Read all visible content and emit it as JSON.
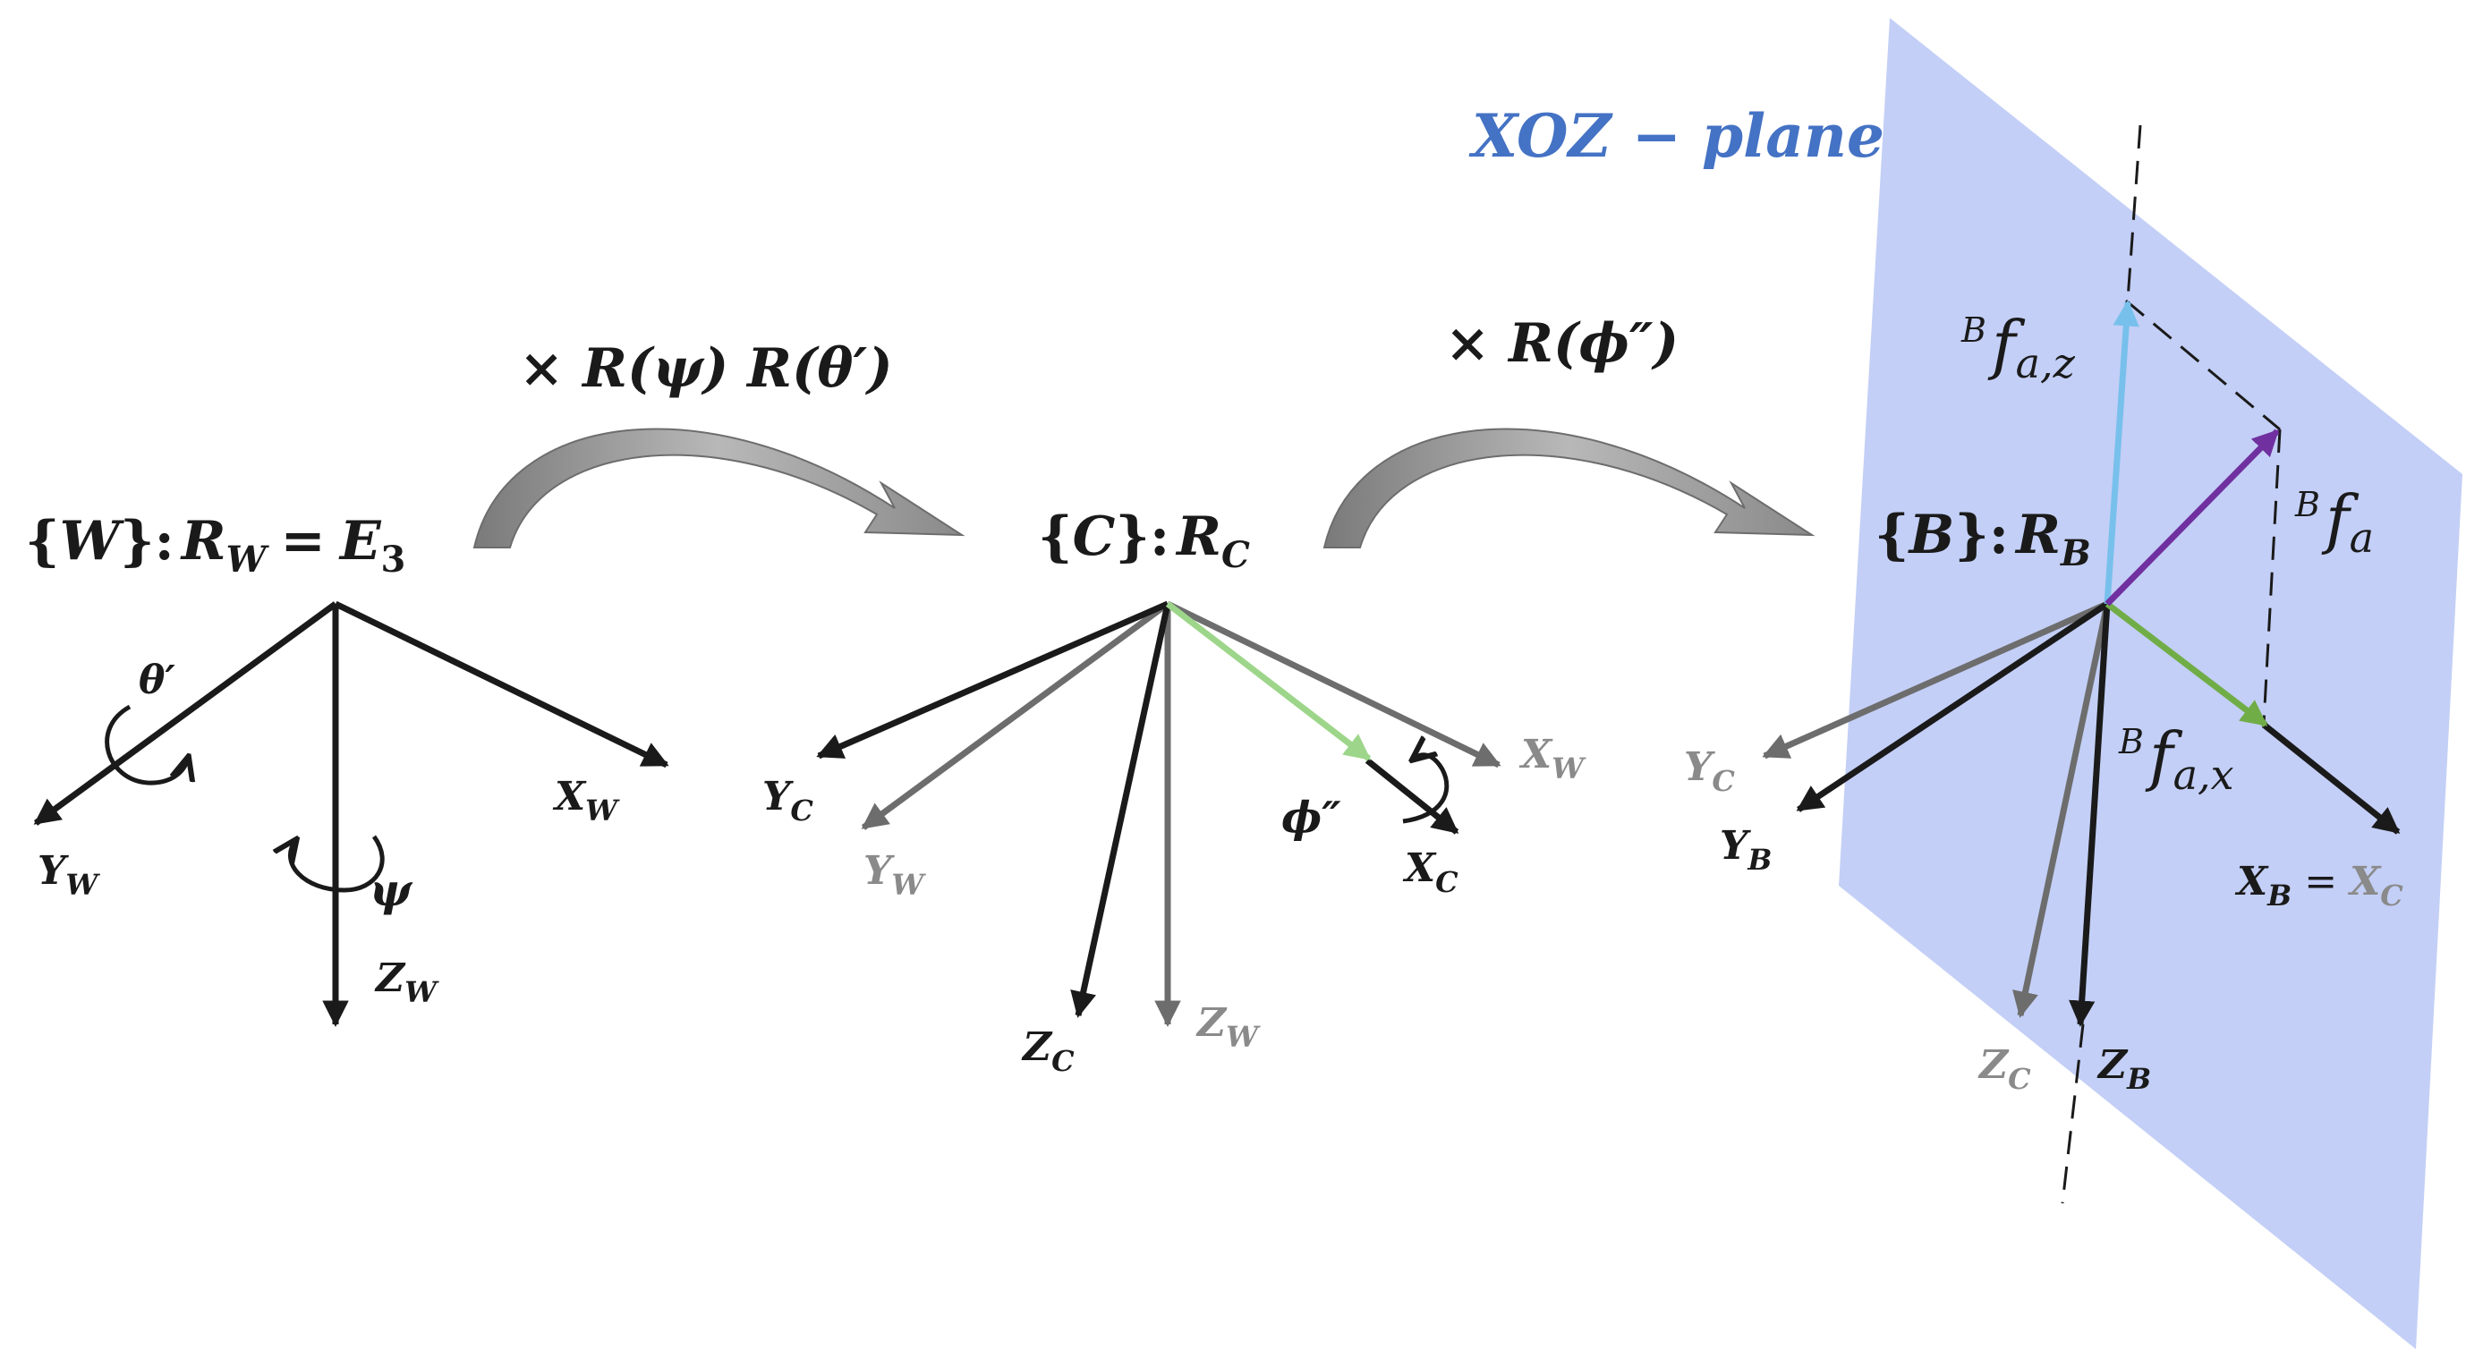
{
  "colors": {
    "black": "#1a1a1a",
    "gray": "#6d6d6d",
    "light_green": "#9dd68a",
    "green": "#70ad47",
    "purple": "#7030a0",
    "light_blue": "#78c0ec",
    "plane_fill": "#c3cff6",
    "plane_title": "#4472c4",
    "transition_arrow": "#8c8c8c"
  },
  "plane": {
    "title": "XOZ − plane"
  },
  "transitions": [
    {
      "text": "× R(ψ) R(θ′)"
    },
    {
      "text": "× R(ϕ″)"
    }
  ],
  "frames": {
    "world": {
      "title": {
        "open": "{",
        "name": "W",
        "close": "}",
        "colon": ":",
        "R": "R",
        "sub": "W",
        "eq": "=",
        "E": "E",
        "esub": "3"
      },
      "axes": {
        "x": {
          "base": "X",
          "sub": "W"
        },
        "y": {
          "base": "Y",
          "sub": "W"
        },
        "z": {
          "base": "Z",
          "sub": "W"
        }
      },
      "rotations": {
        "theta": "θ′",
        "psi": "ψ"
      }
    },
    "c_frame": {
      "title": {
        "open": "{",
        "name": "C",
        "close": "}",
        "colon": ":",
        "R": "R",
        "sub": "C"
      },
      "axes": {
        "xc": {
          "base": "X",
          "sub": "C"
        },
        "yc": {
          "base": "Y",
          "sub": "C"
        },
        "zc": {
          "base": "Z",
          "sub": "C"
        },
        "xw": {
          "base": "X",
          "sub": "W"
        },
        "yw": {
          "base": "Y",
          "sub": "W"
        },
        "zw": {
          "base": "Z",
          "sub": "W"
        }
      },
      "rotations": {
        "phi": "ϕ″"
      }
    },
    "b_frame": {
      "title": {
        "open": "{",
        "name": "B",
        "close": "}",
        "colon": ":",
        "R": "R",
        "sub": "B"
      },
      "axes": {
        "xb": {
          "base": "X",
          "sub": "B",
          "eq": "=",
          "rhs": "X",
          "rhs_sub": "C"
        },
        "yb": {
          "base": "Y",
          "sub": "B"
        },
        "zb": {
          "base": "Z",
          "sub": "B"
        },
        "yc": {
          "base": "Y",
          "sub": "C"
        },
        "zc": {
          "base": "Z",
          "sub": "C"
        }
      },
      "forces": {
        "fa": {
          "sup": "B",
          "base": "f",
          "sub": "a"
        },
        "faz": {
          "sup": "B",
          "base": "f",
          "sub": "a,z"
        },
        "fax": {
          "sup": "B",
          "base": "f",
          "sub": "a,x"
        }
      }
    }
  }
}
